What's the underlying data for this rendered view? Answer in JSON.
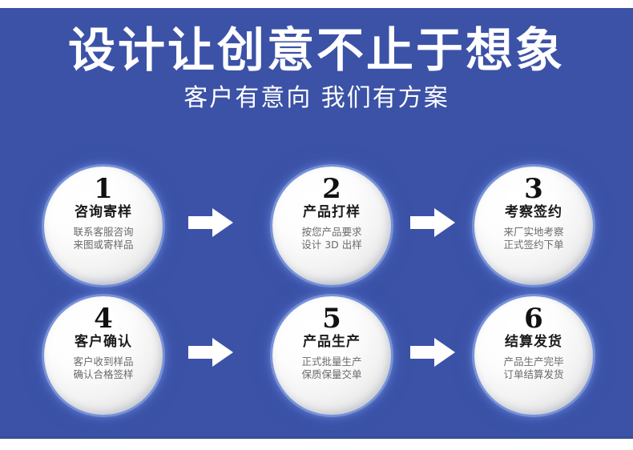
{
  "banner": {
    "background_color": "#3b52a6",
    "panel_edge_color": "#3a4e96",
    "outer_color": "#ffffff"
  },
  "headline": {
    "title": "设计让创意不止于想象",
    "subtitle": "客户有意向 我们有方案",
    "title_color": "#ffffff",
    "subtitle_color": "#ffffff"
  },
  "arrows": {
    "icon": "arrow-right-icon",
    "color": "#ffffff",
    "count": 4
  },
  "steps": [
    {
      "number": "1",
      "title": "咨询寄样",
      "desc_line1": "联系客服咨询",
      "desc_line2": "来图或寄样品"
    },
    {
      "number": "2",
      "title": "产品打样",
      "desc_line1": "按您产品要求",
      "desc_line2": "设计 3D 出样"
    },
    {
      "number": "3",
      "title": "考察签约",
      "desc_line1": "来厂实地考察",
      "desc_line2": "正式签约下单"
    },
    {
      "number": "4",
      "title": "客户确认",
      "desc_line1": "客户收到样品",
      "desc_line2": "确认合格签样"
    },
    {
      "number": "5",
      "title": "产品生产",
      "desc_line1": "正式批量生产",
      "desc_line2": "保质保量交单"
    },
    {
      "number": "6",
      "title": "结算发货",
      "desc_line1": "产品生产完毕",
      "desc_line2": "订单结算发货"
    }
  ]
}
